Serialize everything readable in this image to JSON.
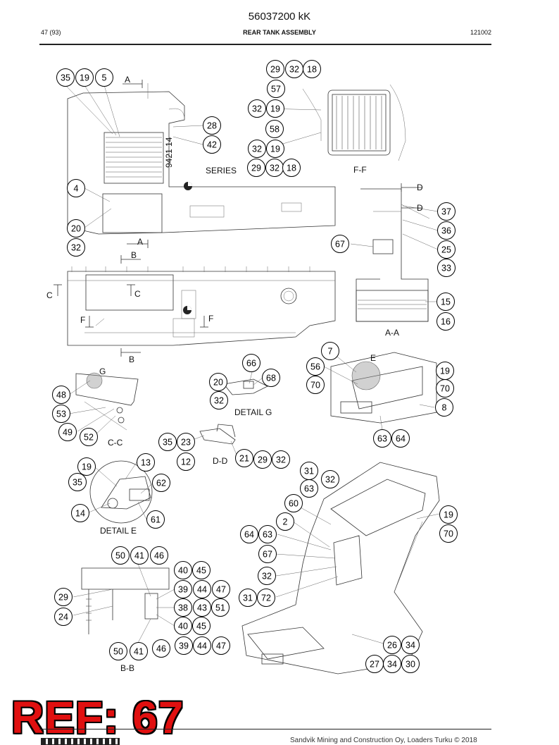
{
  "header": {
    "doc_id": "56037200 kK",
    "page": "47 (93)",
    "title": "REAR TANK ASSEMBLY",
    "code": "121002"
  },
  "views": {
    "ff": "F-F",
    "aa": "A-A",
    "cc": "C-C",
    "dd": "D-D",
    "bb": "B-B",
    "detail_g": "DETAIL G",
    "detail_e": "DETAIL E",
    "sec_a": "A",
    "sec_b": "B",
    "sec_c": "C",
    "sec_d": "D",
    "sec_e": "E",
    "sec_f": "F",
    "sec_g": "G",
    "series": "SERIES",
    "serial": "9421 14"
  },
  "bubbles": [
    "35",
    "19",
    "5",
    "28",
    "42",
    "4",
    "20",
    "32",
    "29",
    "32",
    "18",
    "57",
    "32",
    "19",
    "58",
    "32",
    "19",
    "29",
    "32",
    "18",
    "37",
    "36",
    "25",
    "33",
    "67",
    "15",
    "16",
    "7",
    "56",
    "70",
    "19",
    "70",
    "8",
    "63",
    "64",
    "48",
    "53",
    "49",
    "52",
    "66",
    "68",
    "20",
    "32",
    "35",
    "23",
    "12",
    "21",
    "29",
    "32",
    "19",
    "13",
    "35",
    "62",
    "14",
    "61",
    "31",
    "32",
    "63",
    "60",
    "2",
    "64",
    "63",
    "19",
    "70",
    "67",
    "32",
    "31",
    "72",
    "50",
    "41",
    "46",
    "40",
    "45",
    "29",
    "39",
    "44",
    "47",
    "24",
    "38",
    "43",
    "51",
    "40",
    "45",
    "50",
    "41",
    "46",
    "39",
    "44",
    "47",
    "26",
    "34",
    "27",
    "34",
    "30"
  ],
  "ref_badge": "REF: 67",
  "footer": "Sandvik Mining and Construction Oy, Loaders Turku © 2018"
}
